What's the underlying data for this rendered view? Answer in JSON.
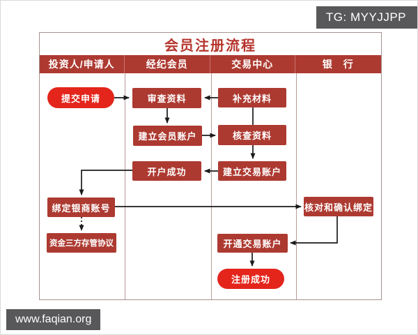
{
  "overlay": {
    "tg_badge": "TG: MYYJJPP",
    "watermark": "www.faqian.org"
  },
  "flow": {
    "title": "会员注册流程",
    "columns": [
      "投资人/申请人",
      "经纪会员",
      "交易中心",
      "银　行"
    ],
    "nodes": [
      {
        "id": "submit-application",
        "label": "提交申请",
        "shape": "pill",
        "column": "投资人/申请人"
      },
      {
        "id": "review-materials",
        "label": "审查资料",
        "shape": "rect",
        "column": "经纪会员"
      },
      {
        "id": "supplement-materials",
        "label": "补充材料",
        "shape": "rect",
        "column": "交易中心"
      },
      {
        "id": "create-member-account",
        "label": "建立会员账户",
        "shape": "rect",
        "column": "经纪会员"
      },
      {
        "id": "verify-materials",
        "label": "核查资料",
        "shape": "rect",
        "column": "交易中心"
      },
      {
        "id": "account-open-success",
        "label": "开户成功",
        "shape": "rect",
        "column": "经纪会员"
      },
      {
        "id": "create-trading-account",
        "label": "建立交易账户",
        "shape": "rect",
        "column": "交易中心"
      },
      {
        "id": "bind-bank-account",
        "label": "绑定银商账号",
        "shape": "rect",
        "column": "投资人/申请人"
      },
      {
        "id": "confirm-binding",
        "label": "核对和确认绑定",
        "shape": "rect",
        "column": "银行"
      },
      {
        "id": "tripartite-agreement",
        "label": "资金三方存管协议",
        "shape": "rect",
        "column": "投资人/申请人"
      },
      {
        "id": "open-trading-account",
        "label": "开通交易账户",
        "shape": "rect",
        "column": "交易中心"
      },
      {
        "id": "registration-success",
        "label": "注册成功",
        "shape": "pill",
        "column": "交易中心"
      }
    ],
    "edges": [
      {
        "from": "submit-application",
        "to": "review-materials",
        "style": "solid-arrow"
      },
      {
        "from": "supplement-materials",
        "to": "review-materials",
        "style": "solid-arrow"
      },
      {
        "from": "review-materials",
        "to": "create-member-account",
        "style": "solid-arrow"
      },
      {
        "from": "create-member-account",
        "to": "verify-materials",
        "style": "solid-arrow"
      },
      {
        "from": "verify-materials",
        "to": "supplement-materials",
        "style": "plain-line"
      },
      {
        "from": "verify-materials",
        "to": "create-trading-account",
        "style": "solid-arrow"
      },
      {
        "from": "create-trading-account",
        "to": "account-open-success",
        "style": "solid-arrow"
      },
      {
        "from": "account-open-success",
        "to": "bind-bank-account",
        "style": "solid-arrow"
      },
      {
        "from": "bind-bank-account",
        "to": "tripartite-agreement",
        "style": "dotted-arrow"
      },
      {
        "from": "bind-bank-account",
        "to": "confirm-binding",
        "style": "solid-arrow"
      },
      {
        "from": "confirm-binding",
        "to": "open-trading-account",
        "style": "solid-arrow"
      },
      {
        "from": "open-trading-account",
        "to": "registration-success",
        "style": "solid-arrow"
      }
    ]
  },
  "colors": {
    "box_red": "#ad3a31",
    "pill_red": "#e3251c",
    "title_red": "#b5342c",
    "badge_gray": "#58585a",
    "border_gray": "#a5928f"
  }
}
